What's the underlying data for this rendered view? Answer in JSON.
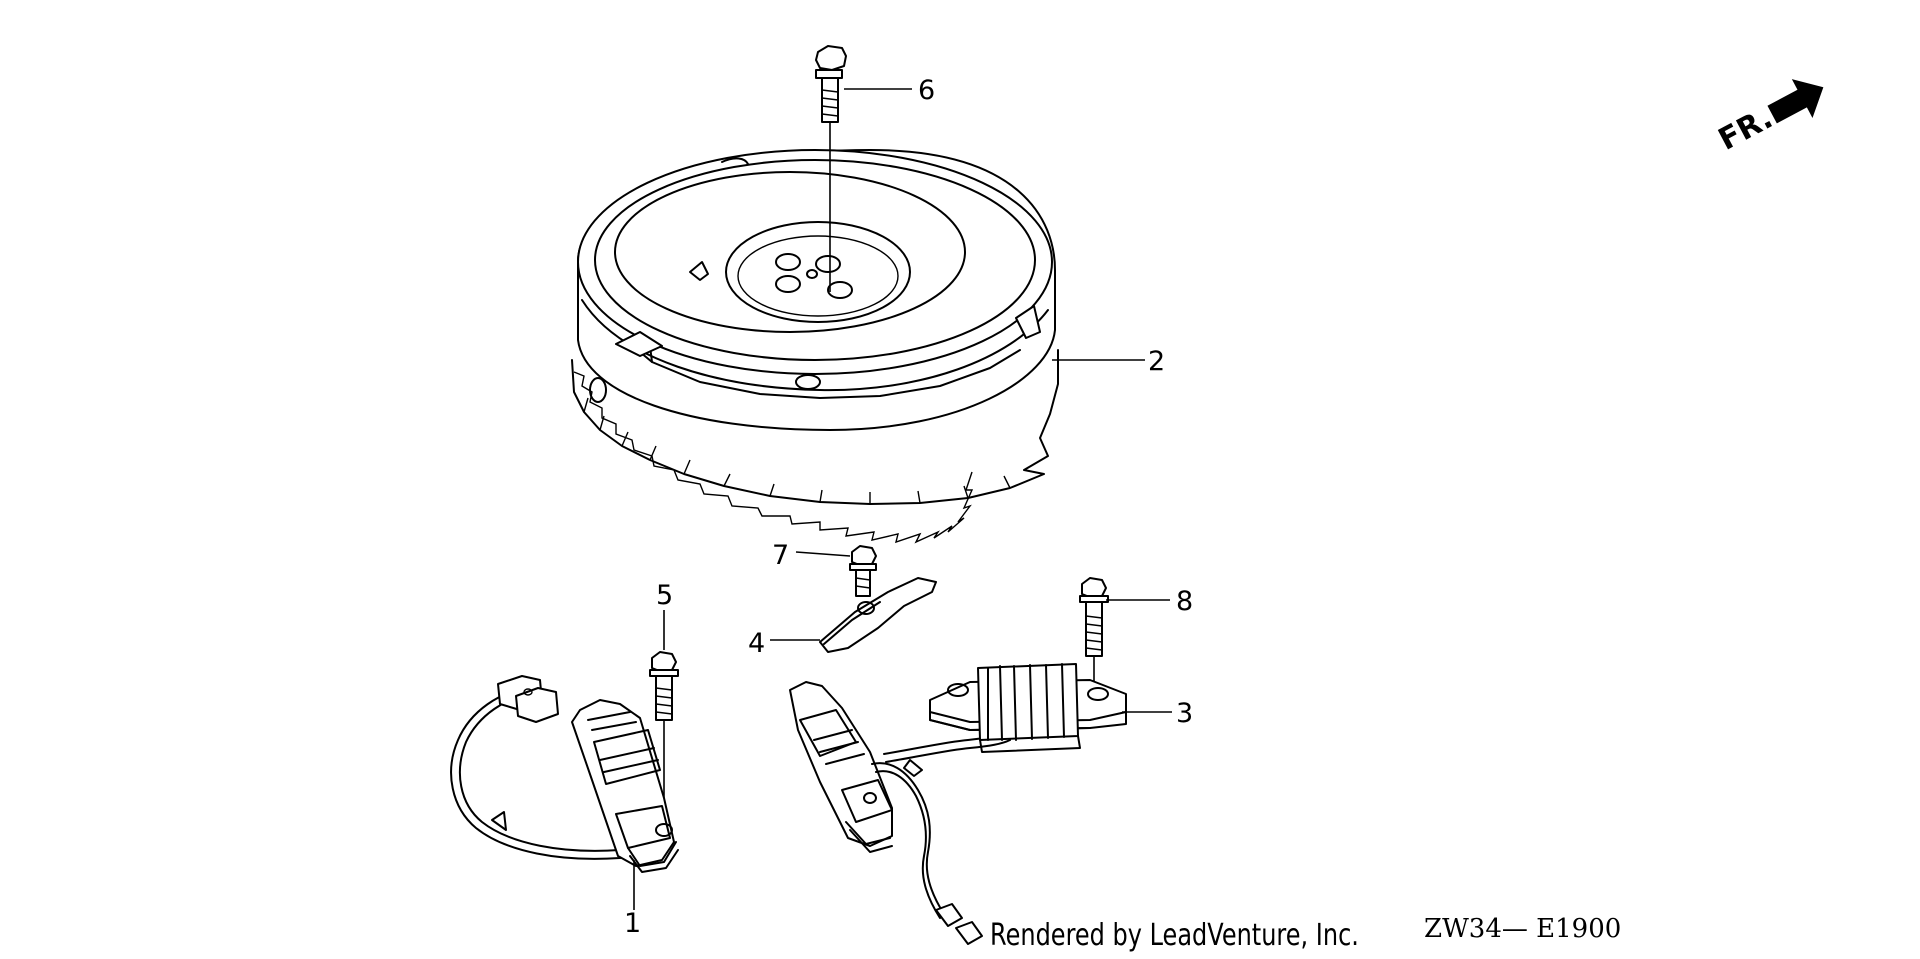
{
  "diagram": {
    "parts": [
      {
        "id": "1",
        "label": "1",
        "name": "coil"
      },
      {
        "id": "2",
        "label": "2",
        "name": "flywheel"
      },
      {
        "id": "3",
        "label": "3",
        "name": "coil"
      },
      {
        "id": "4",
        "label": "4",
        "name": "bracket"
      },
      {
        "id": "5",
        "label": "5",
        "name": "bolt"
      },
      {
        "id": "6",
        "label": "6",
        "name": "bolt"
      },
      {
        "id": "7",
        "label": "7",
        "name": "bolt"
      },
      {
        "id": "8",
        "label": "8",
        "name": "bolt"
      }
    ],
    "direction_marker": "FR.",
    "credit": "Rendered by LeadVenture, Inc.",
    "diagram_code": "ZW34— E1900"
  },
  "icons": {
    "direction_arrow": "arrow-right-icon"
  }
}
